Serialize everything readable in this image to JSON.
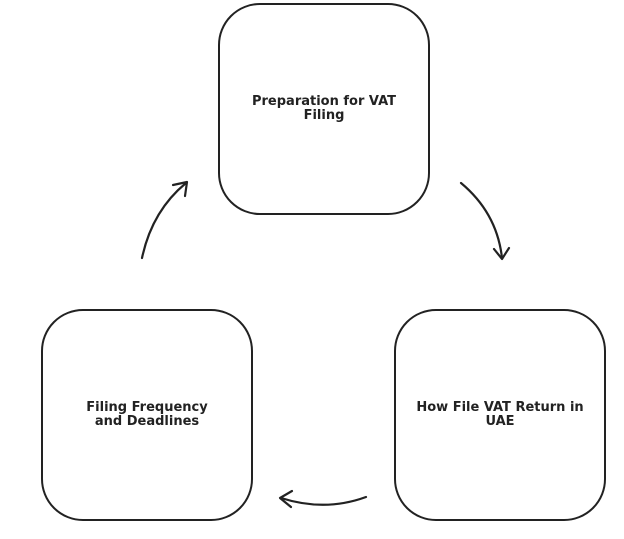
{
  "diagram": {
    "nodes": [
      {
        "id": "preparation",
        "label": "Preparation for VAT Filing"
      },
      {
        "id": "how-file",
        "label": "How File VAT Return in UAE"
      },
      {
        "id": "frequency",
        "label": "Filing Frequency and Deadlines"
      }
    ],
    "edges": [
      {
        "from": "preparation",
        "to": "how-file"
      },
      {
        "from": "how-file",
        "to": "frequency"
      },
      {
        "from": "frequency",
        "to": "preparation"
      }
    ],
    "colors": {
      "stroke": "#222222",
      "background": "#ffffff",
      "text": "#222222"
    }
  }
}
